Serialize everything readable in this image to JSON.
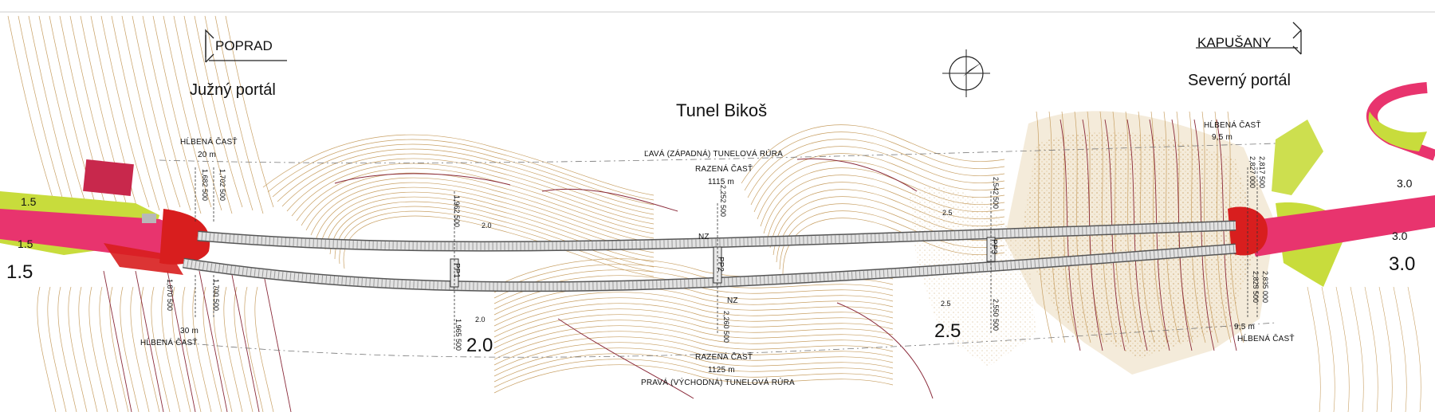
{
  "directions": {
    "left": "POPRAD",
    "right": "KAPUŠANY"
  },
  "portals": {
    "south": "Južný portál",
    "north": "Severný portál"
  },
  "tunnel_name": "Tunel Bikoš",
  "left_tube": {
    "name": "ĽAVÁ (ZÁPADNÁ) TUNELOVÁ RÚRA",
    "mined_label": "RAZENÁ ČASŤ",
    "mined_length": "1115 m"
  },
  "right_tube": {
    "name": "PRAVÁ (VÝCHODNÁ) TUNELOVÁ RÚRA",
    "mined_label": "RAZENÁ ČASŤ",
    "mined_length": "1125 m"
  },
  "cut_cover": {
    "south_top_label": "HĹBENÁ ČASŤ",
    "south_top_length": "20 m",
    "south_bottom_label": "HĹBENÁ ČASŤ",
    "south_bottom_length": "30 m",
    "north_top_label": "HĹBENÁ ČASŤ",
    "north_top_length": "9,5 m",
    "north_bottom_label": "HĹBENÁ ČASŤ",
    "north_bottom_length": "9,5 m"
  },
  "chainages": {
    "a1": "1,682 500",
    "a2": "1,702 500",
    "a3": "1,870 500",
    "a4": "1,700 500",
    "b1": "1,962 500",
    "b2": "1,965 500",
    "c1": "2,252 500",
    "c2": "2,260 500",
    "d1": "2,542 500",
    "d2": "2,550 500",
    "e1": "2,827 000",
    "e2": "2,817 500",
    "e3": "2,835 000",
    "e4": "2,825 500"
  },
  "cross_passages": {
    "pp1": "PP1",
    "pp2": "PP2",
    "pp3": "PP3"
  },
  "niches": {
    "nz_top": "NZ",
    "nz_bottom": "NZ"
  },
  "gradients": {
    "g_left_top": "1.5",
    "g_left_mid": "1.5",
    "g_left_big": "1.5",
    "g_20a": "2.0",
    "g_20b": "2.0",
    "g_20big": "2.0",
    "g_25a": "2.5",
    "g_25b": "2.5",
    "g_25big": "2.5",
    "g_30a": "3.0",
    "g_30b": "3.0",
    "g_30big": "3.0"
  },
  "colors": {
    "road": "#e8346e",
    "portal_red": "#d81e1e",
    "green_fill": "#c8dc3c",
    "contour_brown": "#c8a064",
    "contour_dark": "#8a2a3a",
    "tube_fill": "#dfdfdf"
  }
}
